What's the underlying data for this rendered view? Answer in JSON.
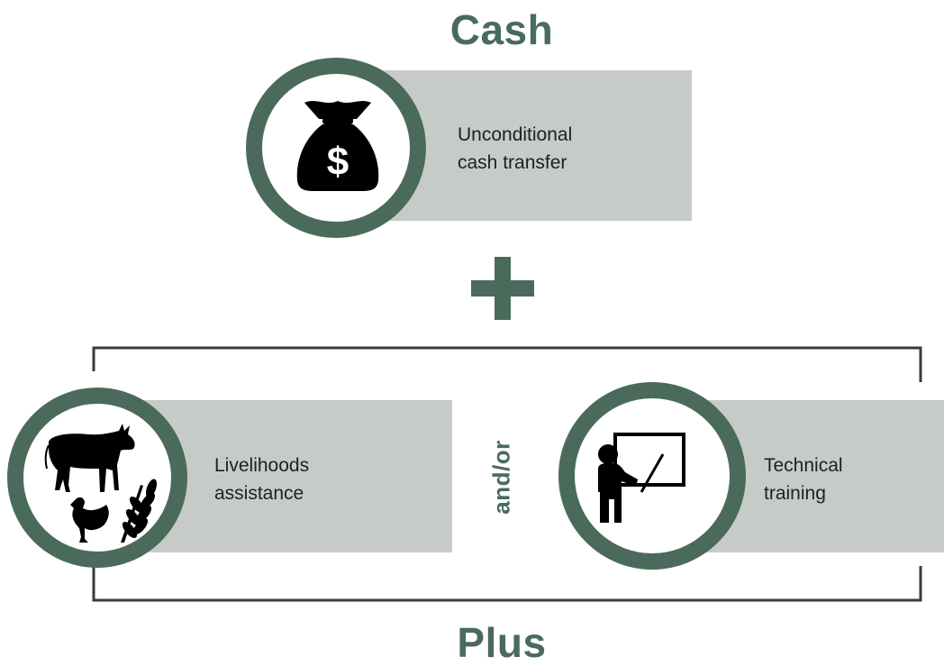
{
  "titles": {
    "cash": "Cash",
    "plus": "Plus"
  },
  "connector": {
    "plus_symbol_icon": "plus-icon",
    "andor": "and/or"
  },
  "cash_item": {
    "line1": "Unconditional",
    "line2": "cash transfer",
    "icon": "money-bag-icon"
  },
  "livelihoods_item": {
    "line1": "Livelihoods",
    "line2": "assistance",
    "icon": "livestock-crops-icon"
  },
  "training_item": {
    "line1": "Technical",
    "line2": "training",
    "icon": "teacher-board-icon"
  },
  "colors": {
    "accent": "#4a6b5b",
    "panel": "#c6cbc8",
    "bracket": "#3a3a3a"
  }
}
